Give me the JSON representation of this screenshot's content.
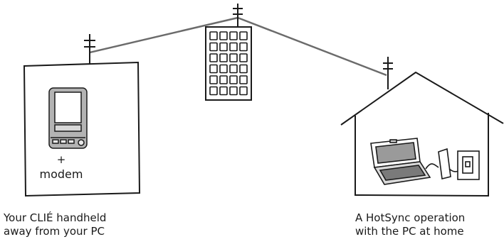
{
  "diagram": {
    "device_box": {
      "plus": "+",
      "modem": "modem"
    },
    "captions": {
      "left": [
        "Your CLIÉ handheld",
        "away from your PC"
      ],
      "right": [
        "A HotSync operation",
        "with the PC at home"
      ]
    }
  }
}
